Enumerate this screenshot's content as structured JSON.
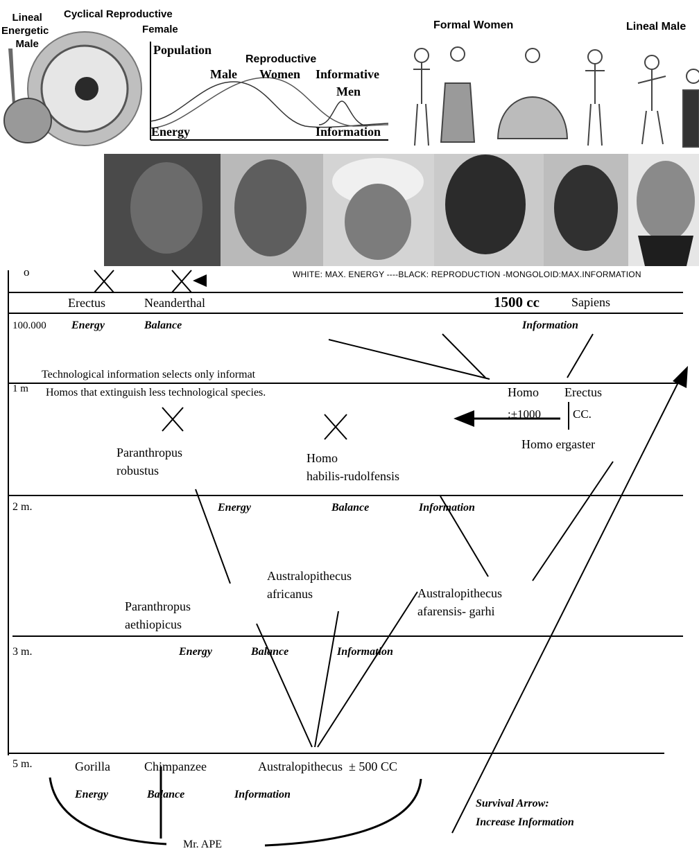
{
  "top_labels": {
    "lineal_energetic_male": [
      "Lineal",
      "Energetic",
      "Male"
    ],
    "cyclical_reproductive_female": [
      "Cyclical Reproductive",
      "Female"
    ],
    "formal_women": "Formal Women",
    "lineal_male": "Lineal Male"
  },
  "population_graph": {
    "y_label": "Population",
    "x_left_label": "Energy",
    "x_right_label": "Information",
    "curves": [
      "Male",
      "Reproductive",
      "Women",
      "Informative",
      "Men"
    ]
  },
  "race_caption": "WHITE: MAX. ENERGY ----BLACK: REPRODUCTION -MONGOLOID:MAX.INFORMATION",
  "time_labels": [
    "o",
    "100.000",
    "1 m",
    "2 m.",
    "3 m.",
    "5 m."
  ],
  "era0": {
    "erectus": "Erectus",
    "neanderthal": "Neanderthal",
    "cc": "1500 cc",
    "sapiens": "Sapiens"
  },
  "era100k": {
    "energy": "Energy",
    "balance": "Balance",
    "information": "Information"
  },
  "tech_note": [
    "Technological information selects only informat",
    "Homos that extinguish less technological species."
  ],
  "era1m": {
    "homo": "Homo",
    "erectus": "Erectus",
    "cc_value": ":±1000",
    "cc": "CC.",
    "ergaster": "Homo ergaster",
    "paranthropus_robustus": [
      "Paranthropus",
      "robustus"
    ],
    "homo_habilis": [
      "Homo",
      "habilis-rudolfensis"
    ]
  },
  "era2m": {
    "energy": "Energy",
    "balance": "Balance",
    "information": "Information",
    "africanus": [
      "Australopithecus",
      "africanus"
    ],
    "afarensis": [
      "Australopithecus",
      "afarensis- garhi"
    ],
    "aethiopicus": [
      "Paranthropus",
      "aethiopicus"
    ]
  },
  "era3m": {
    "energy": "Energy",
    "balance": "Balance",
    "information": "Information"
  },
  "era5m": {
    "gorilla": "Gorilla",
    "chimpanzee": "Chimpanzee",
    "australopithecus": "Australopithecus  ± 500 CC",
    "energy": "Energy",
    "balance": "Balance",
    "information": "Information",
    "mr_ape": "Mr. APE"
  },
  "survival_arrow": [
    "Survival Arrow:",
    "Increase Information"
  ],
  "colors": {
    "ink": "#000000",
    "photo_dark": "#3a3a3a",
    "photo_mid": "#8a8a8a",
    "photo_light": "#cfcfcf"
  },
  "icons": [
    "sperm-icon",
    "egg-cell-icon",
    "figure-icon",
    "portrait-photo"
  ]
}
